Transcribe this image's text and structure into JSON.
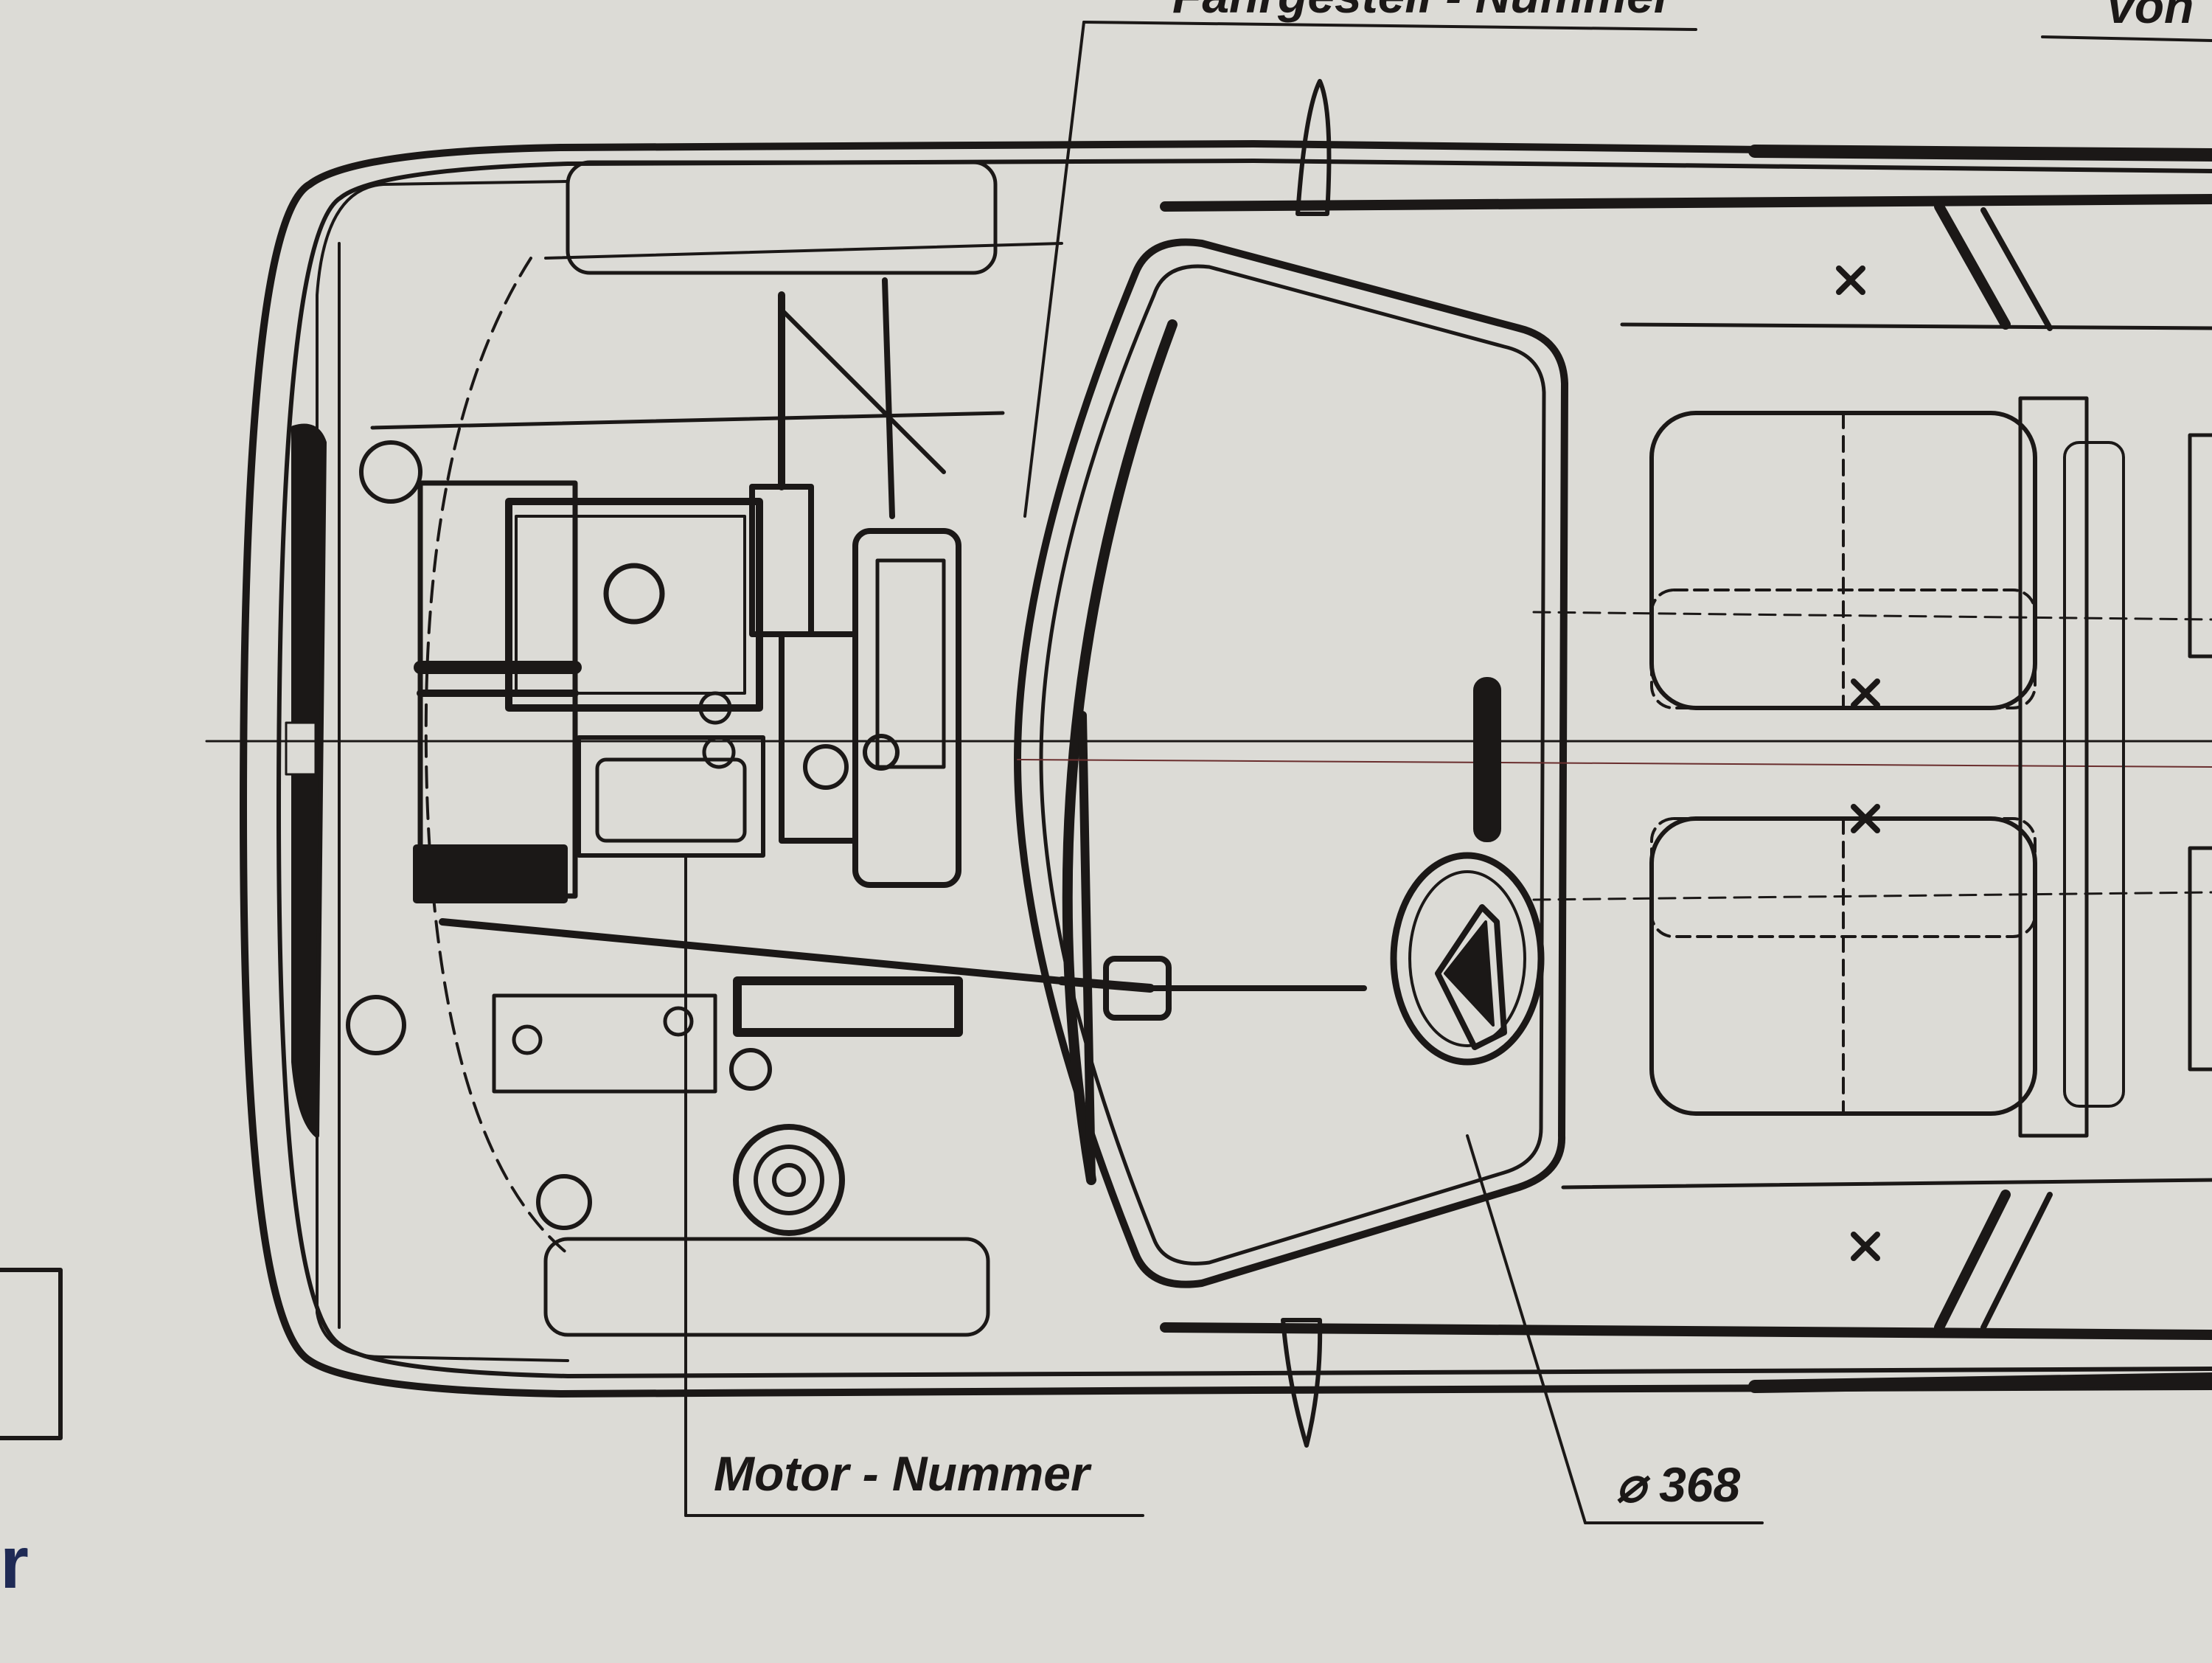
{
  "labels": {
    "engine_number": "Motor - Nummer",
    "chassis_number": "Fahrgestell - Nummer",
    "von": "von",
    "wheel_diameter": "⌀ 368",
    "left_edge_mark": "r"
  },
  "colors": {
    "paper": "#dcdbd6",
    "ink": "#1b1817",
    "blue_ink": "#1f2a55"
  }
}
